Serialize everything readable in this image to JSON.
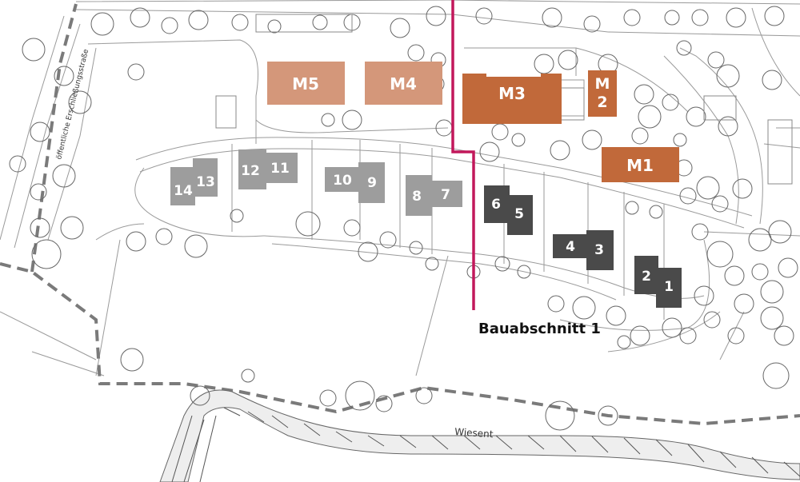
{
  "colors": {
    "building_light_terracotta": "#d4977a",
    "building_terracotta": "#c1693a",
    "house_light_grey": "#9d9d9d",
    "house_dark_grey": "#4a4a4a",
    "boundary_line": "#c2185b",
    "plan_line": "#9a9a9a"
  },
  "map": {
    "street_label": "öffentliche Erschließungsstraße",
    "river_label": "Wiesent",
    "phase_label": "Bauabschnitt 1"
  },
  "buildings": {
    "m5": "M5",
    "m4": "M4",
    "m3": "M3",
    "m2_line1": "M",
    "m2_line2": "2",
    "m1": "M1"
  },
  "houses": {
    "h14": "14",
    "h13": "13",
    "h12": "12",
    "h11": "11",
    "h10": "10",
    "h9": "9",
    "h8": "8",
    "h7": "7",
    "h6": "6",
    "h5": "5",
    "h4": "4",
    "h3": "3",
    "h2": "2",
    "h1": "1"
  }
}
